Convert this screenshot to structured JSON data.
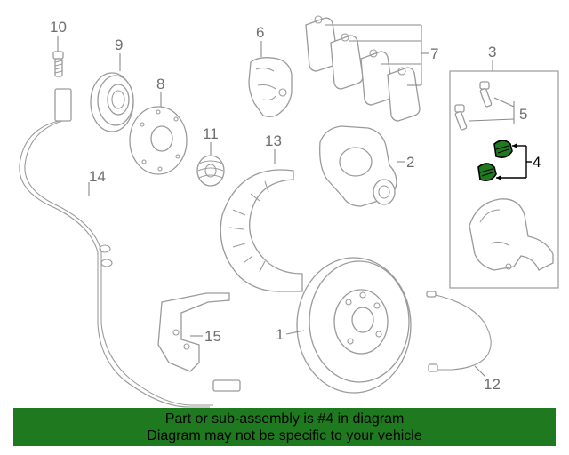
{
  "diagram": {
    "labels": {
      "p1": "1",
      "p2": "2",
      "p3": "3",
      "p4": "4",
      "p5": "5",
      "p6": "6",
      "p7": "7",
      "p8": "8",
      "p9": "9",
      "p10": "10",
      "p11": "11",
      "p12": "12",
      "p13": "13",
      "p14": "14",
      "p15": "15"
    },
    "highlight_color": "#000000",
    "part_color": "#9a9a9a"
  },
  "banner": {
    "line1": "Part or sub-assembly is #4 in diagram",
    "line2": "Diagram may not be specific to your vehicle",
    "background": "#1f7a1f"
  }
}
